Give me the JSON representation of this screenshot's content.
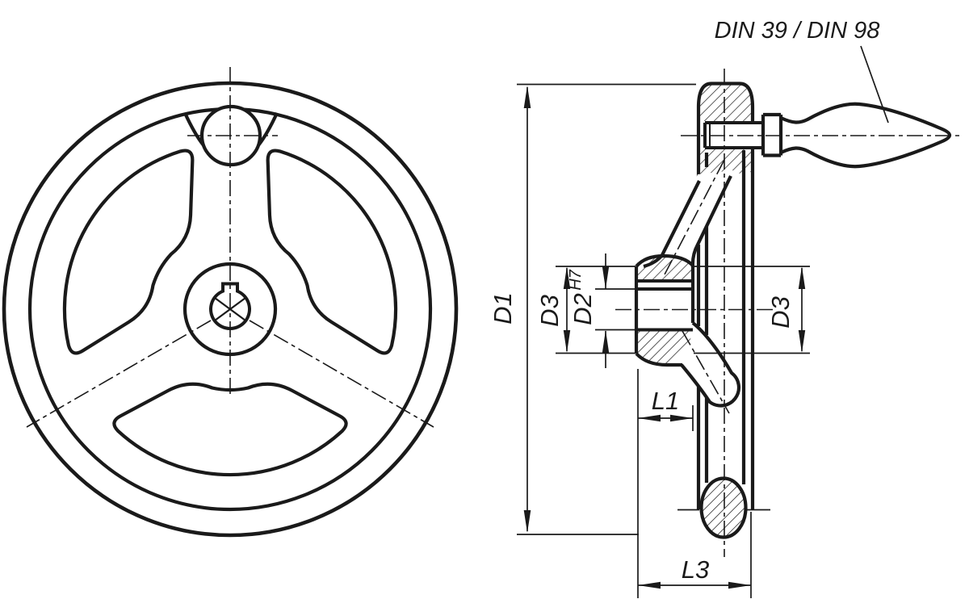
{
  "drawing": {
    "type": "technical-drawing",
    "subject": "handwheel-with-revolving-grip",
    "annotation_note": "DIN 39 / DIN 98",
    "labels": {
      "d1": "D1",
      "d3_left": "D3",
      "d2": "D2",
      "d2_tol": "H7",
      "d3_right": "D3",
      "l1": "L1",
      "l3": "L3"
    },
    "colors": {
      "line": "#1a1a1a",
      "background": "#ffffff"
    }
  }
}
